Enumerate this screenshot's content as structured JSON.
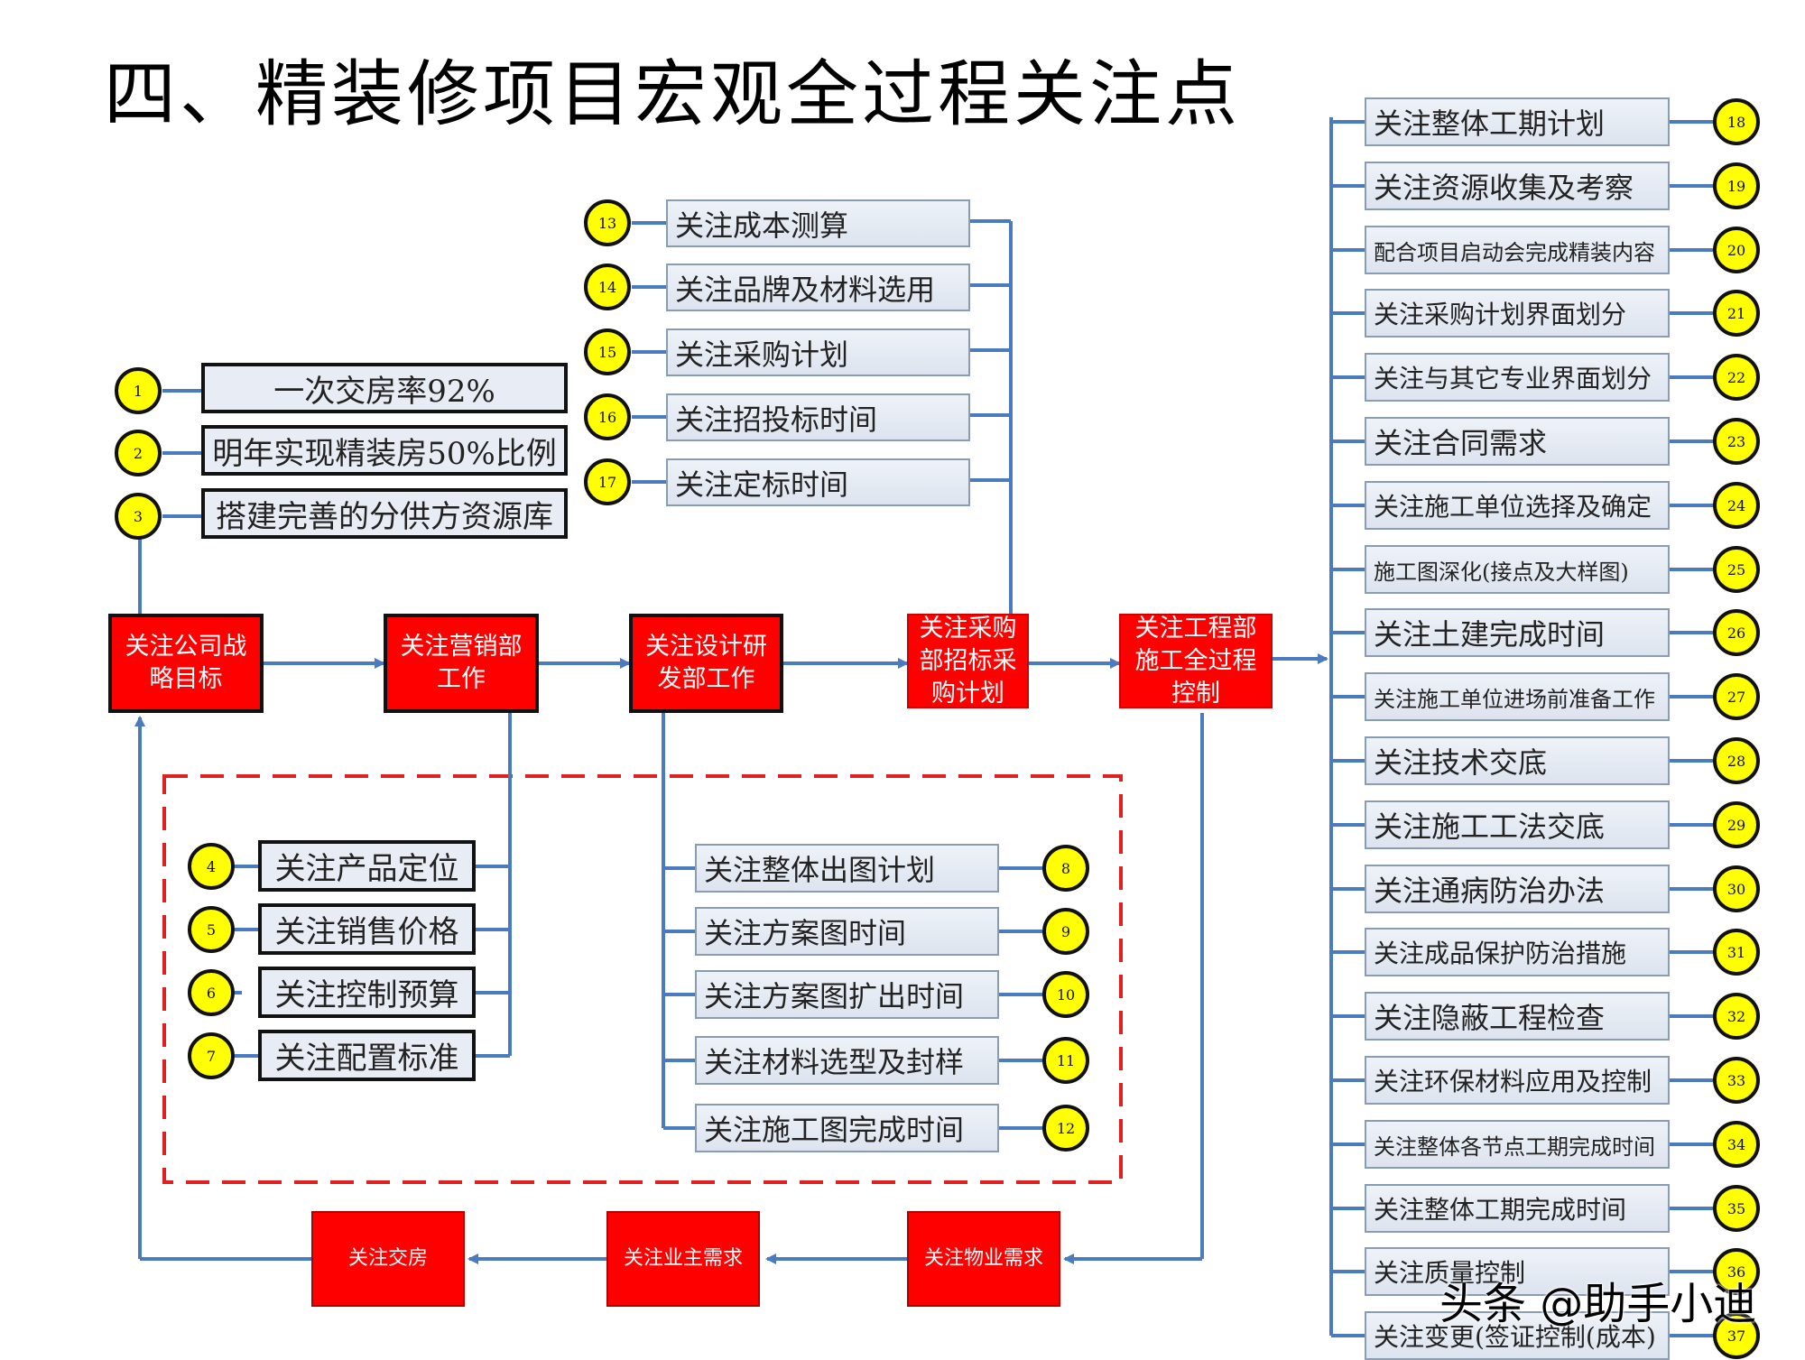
{
  "title": "四、精装修项目宏观全过程关注点",
  "main_flow": [
    {
      "id": "strategy",
      "label": "关注公司战略目标"
    },
    {
      "id": "marketing",
      "label": "关注营销部工作"
    },
    {
      "id": "design",
      "label": "关注设计研发部工作"
    },
    {
      "id": "procurement",
      "label": "关注采购部招标采购计划"
    },
    {
      "id": "engineering",
      "label": "关注工程部施工全过程控制"
    }
  ],
  "return_flow": [
    {
      "id": "property",
      "label": "关注物业需求"
    },
    {
      "id": "owner",
      "label": "关注业主需求"
    },
    {
      "id": "handover",
      "label": "关注交房"
    }
  ],
  "strategy_items": [
    {
      "num": "1",
      "label": "一次交房率92%"
    },
    {
      "num": "2",
      "label": "明年实现精装房50%比例"
    },
    {
      "num": "3",
      "label": "搭建完善的分供方资源库"
    }
  ],
  "marketing_items": [
    {
      "num": "4",
      "label": "关注产品定位"
    },
    {
      "num": "5",
      "label": "关注销售价格"
    },
    {
      "num": "6",
      "label": "关注控制预算"
    },
    {
      "num": "7",
      "label": "关注配置标准"
    }
  ],
  "design_items": [
    {
      "num": "8",
      "label": "关注整体出图计划"
    },
    {
      "num": "9",
      "label": "关注方案图时间"
    },
    {
      "num": "10",
      "label": "关注方案图扩出时间"
    },
    {
      "num": "11",
      "label": "关注材料选型及封样"
    },
    {
      "num": "12",
      "label": "关注施工图完成时间"
    }
  ],
  "procurement_items": [
    {
      "num": "13",
      "label": "关注成本测算"
    },
    {
      "num": "14",
      "label": "关注品牌及材料选用"
    },
    {
      "num": "15",
      "label": "关注采购计划"
    },
    {
      "num": "16",
      "label": "关注招投标时间"
    },
    {
      "num": "17",
      "label": "关注定标时间"
    }
  ],
  "engineering_items": [
    {
      "num": "18",
      "label": "关注整体工期计划"
    },
    {
      "num": "19",
      "label": "关注资源收集及考察"
    },
    {
      "num": "20",
      "label": "配合项目启动会完成精装内容"
    },
    {
      "num": "21",
      "label": "关注采购计划界面划分"
    },
    {
      "num": "22",
      "label": "关注与其它专业界面划分"
    },
    {
      "num": "23",
      "label": "关注合同需求"
    },
    {
      "num": "24",
      "label": "关注施工单位选择及确定"
    },
    {
      "num": "25",
      "label": "施工图深化(接点及大样图)"
    },
    {
      "num": "26",
      "label": "关注土建完成时间"
    },
    {
      "num": "27",
      "label": "关注施工单位进场前准备工作"
    },
    {
      "num": "28",
      "label": "关注技术交底"
    },
    {
      "num": "29",
      "label": "关注施工工法交底"
    },
    {
      "num": "30",
      "label": "关注通病防治办法"
    },
    {
      "num": "31",
      "label": "关注成品保护防治措施"
    },
    {
      "num": "32",
      "label": "关注隐蔽工程检查"
    },
    {
      "num": "33",
      "label": "关注环保材料应用及控制"
    },
    {
      "num": "34",
      "label": "关注整体各节点工期完成时间"
    },
    {
      "num": "35",
      "label": "关注整体工期完成时间"
    },
    {
      "num": "36",
      "label": "关注质量控制"
    },
    {
      "num": "37",
      "label": "关注变更(签证控制(成本)"
    }
  ],
  "watermark": "头条 @助手小迪",
  "colors": {
    "line": "#4a7ac0",
    "box": "#ff0000",
    "badge": "#ffff00",
    "dash": "#e02020",
    "label_bg": "#e3e9f2"
  }
}
